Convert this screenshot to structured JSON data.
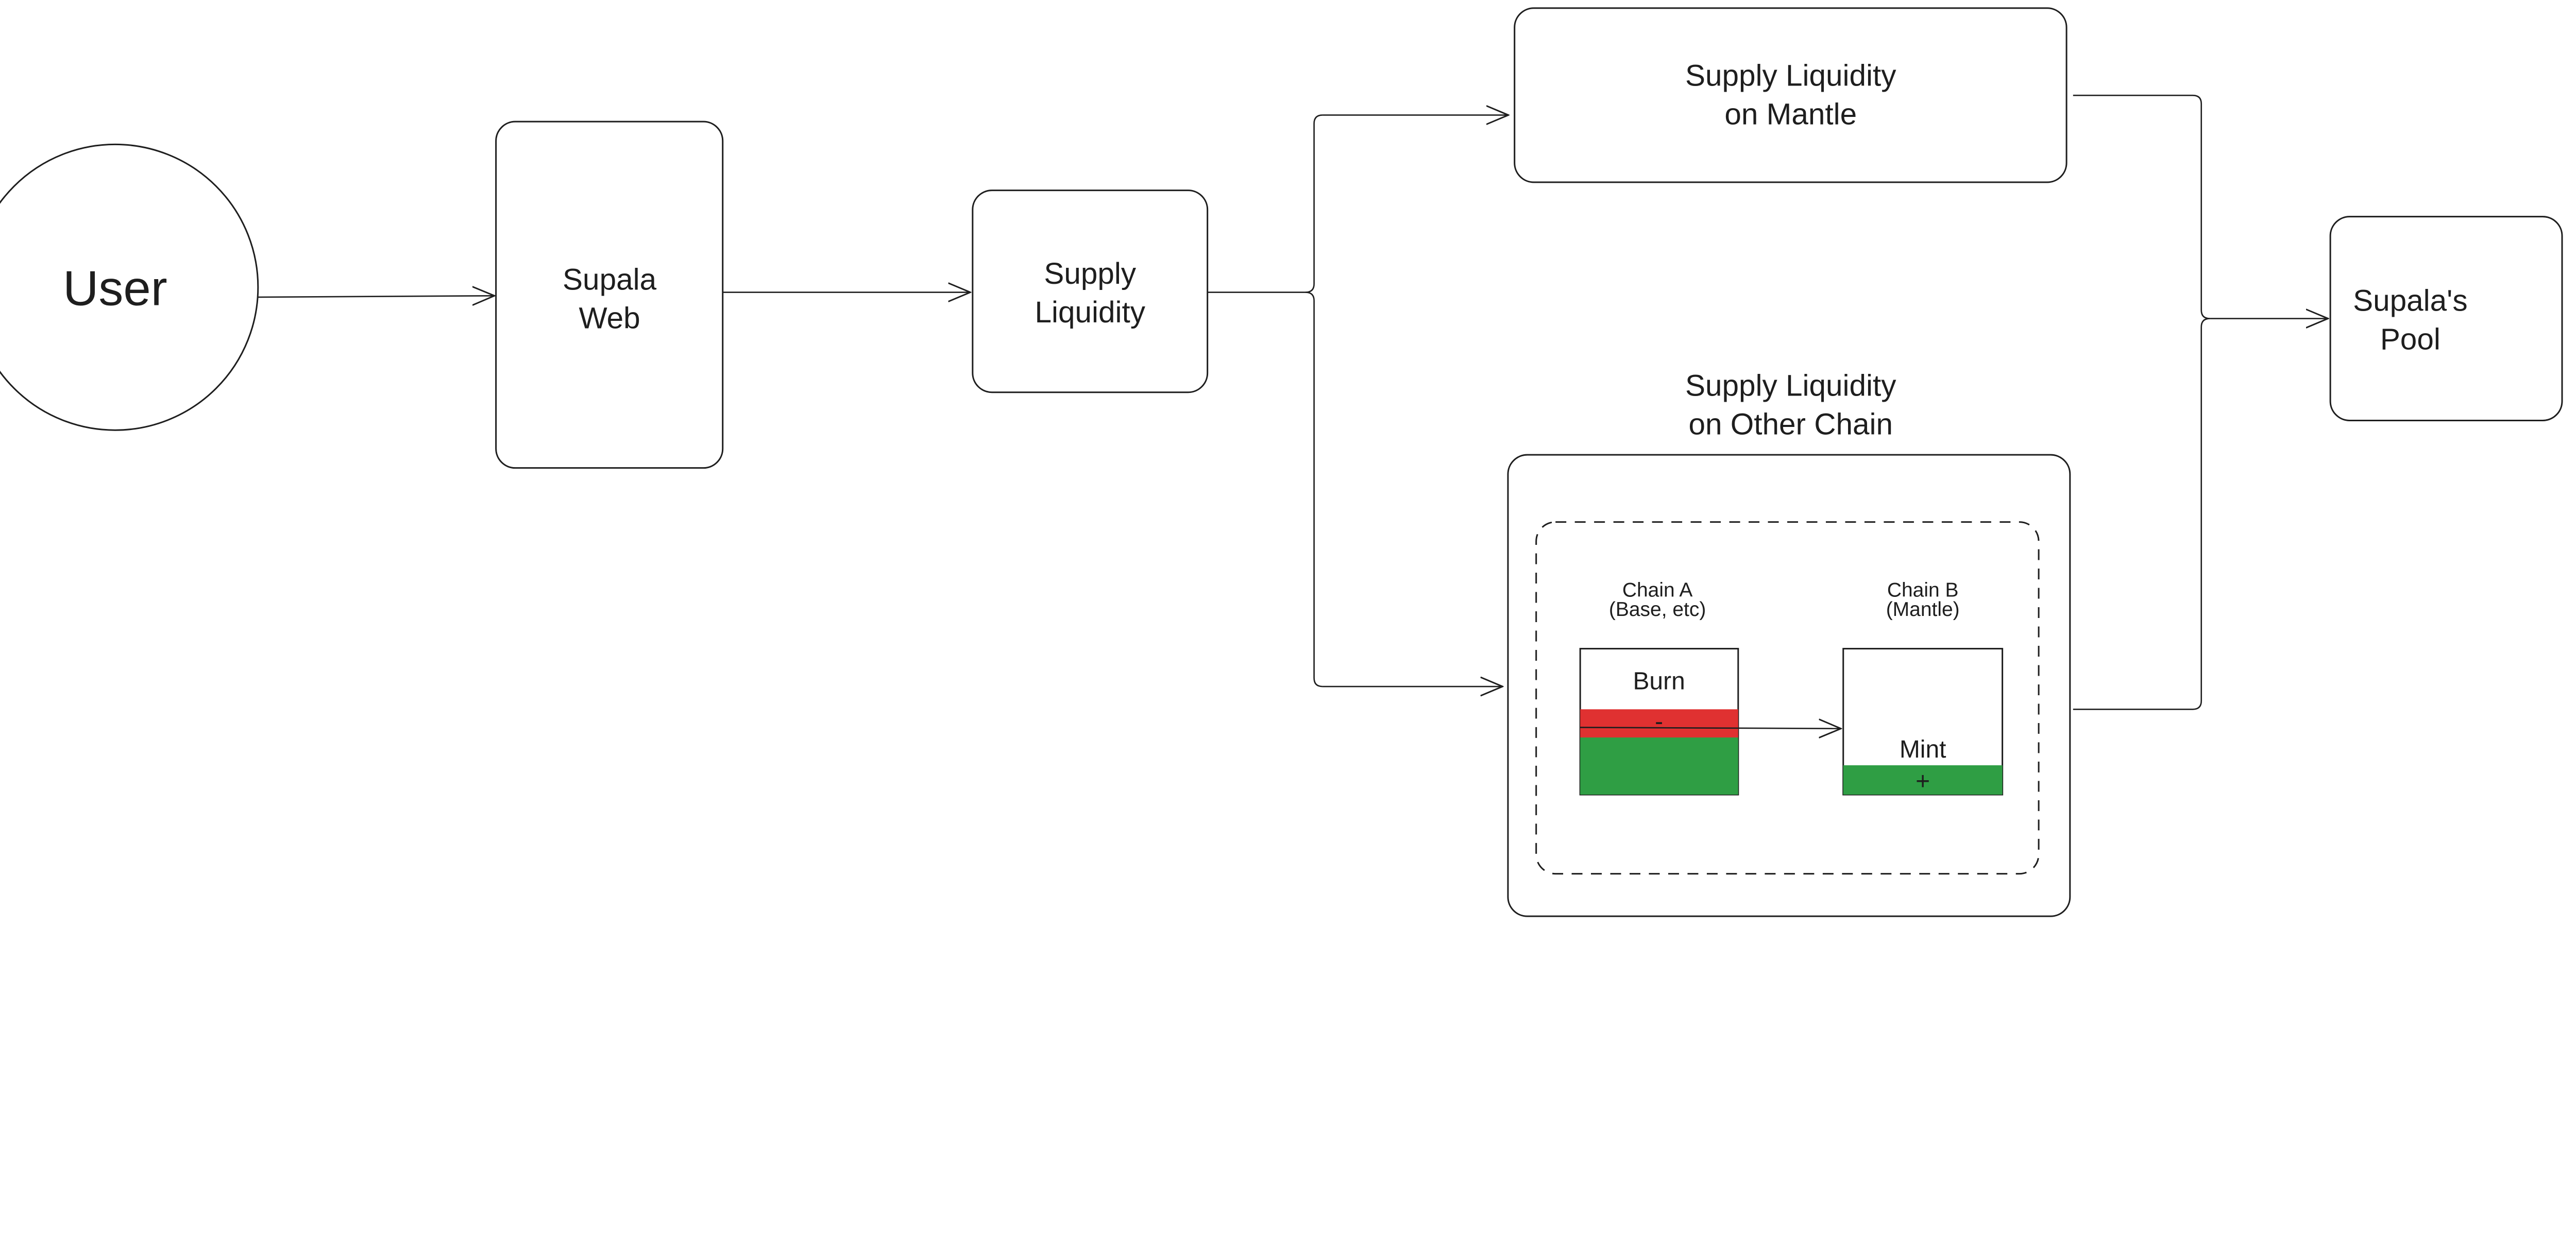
{
  "nodes": {
    "user": "User",
    "supala_web": [
      "Supala",
      "Web"
    ],
    "supply_liquidity": [
      "Supply",
      "Liquidity"
    ],
    "supply_mantle": [
      "Supply Liquidity",
      "on Mantle"
    ],
    "supply_other": [
      "Supply Liquidity",
      "on Other Chain"
    ],
    "supala_pool": [
      "Supala's",
      "Pool"
    ]
  },
  "bridge": {
    "chain_a": [
      "Chain A",
      "(Base, etc)"
    ],
    "chain_b": [
      "Chain B",
      "(Mantle)"
    ],
    "burn_label": "Burn",
    "burn_sign": "-",
    "mint_label": "Mint",
    "mint_sign": "+"
  },
  "colors": {
    "burn_red": "#e03131",
    "balance_green": "#2f9e44",
    "stroke": "#1e1e1e"
  }
}
